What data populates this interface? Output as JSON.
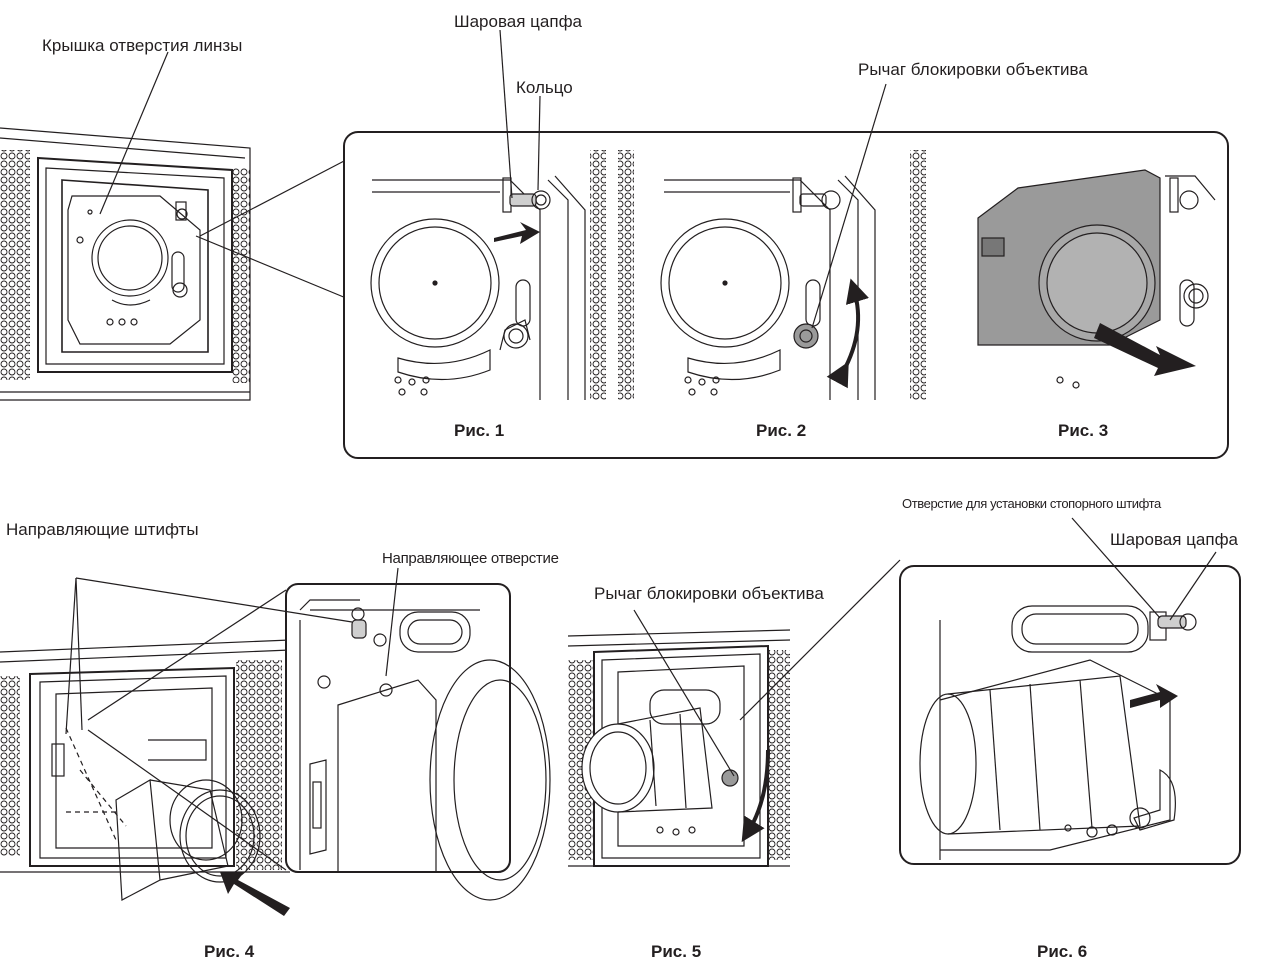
{
  "labels": {
    "lens_hole_cover": "Крышка отверстия линзы",
    "ball_pin_top": "Шаровая цапфа",
    "ring": "Кольцо",
    "lens_lock_lever_top": "Рычаг блокировки объектива",
    "guide_pins": "Направляющие штифты",
    "guide_hole": "Направляющее отверстие",
    "lens_lock_lever_bottom": "Рычаг блокировки объектива",
    "stopper_pin_hole": "Отверстие для установки стопорного штифта",
    "ball_pin_bottom": "Шаровая цапфа"
  },
  "captions": {
    "fig1": "Рис. 1",
    "fig2": "Рис. 2",
    "fig3": "Рис. 3",
    "fig4": "Рис. 4",
    "fig5": "Рис. 5",
    "fig6": "Рис. 6"
  },
  "colors": {
    "line": "#231f20",
    "cover_fill": "#9a9a9a",
    "panel_bg": "#ffffff"
  }
}
